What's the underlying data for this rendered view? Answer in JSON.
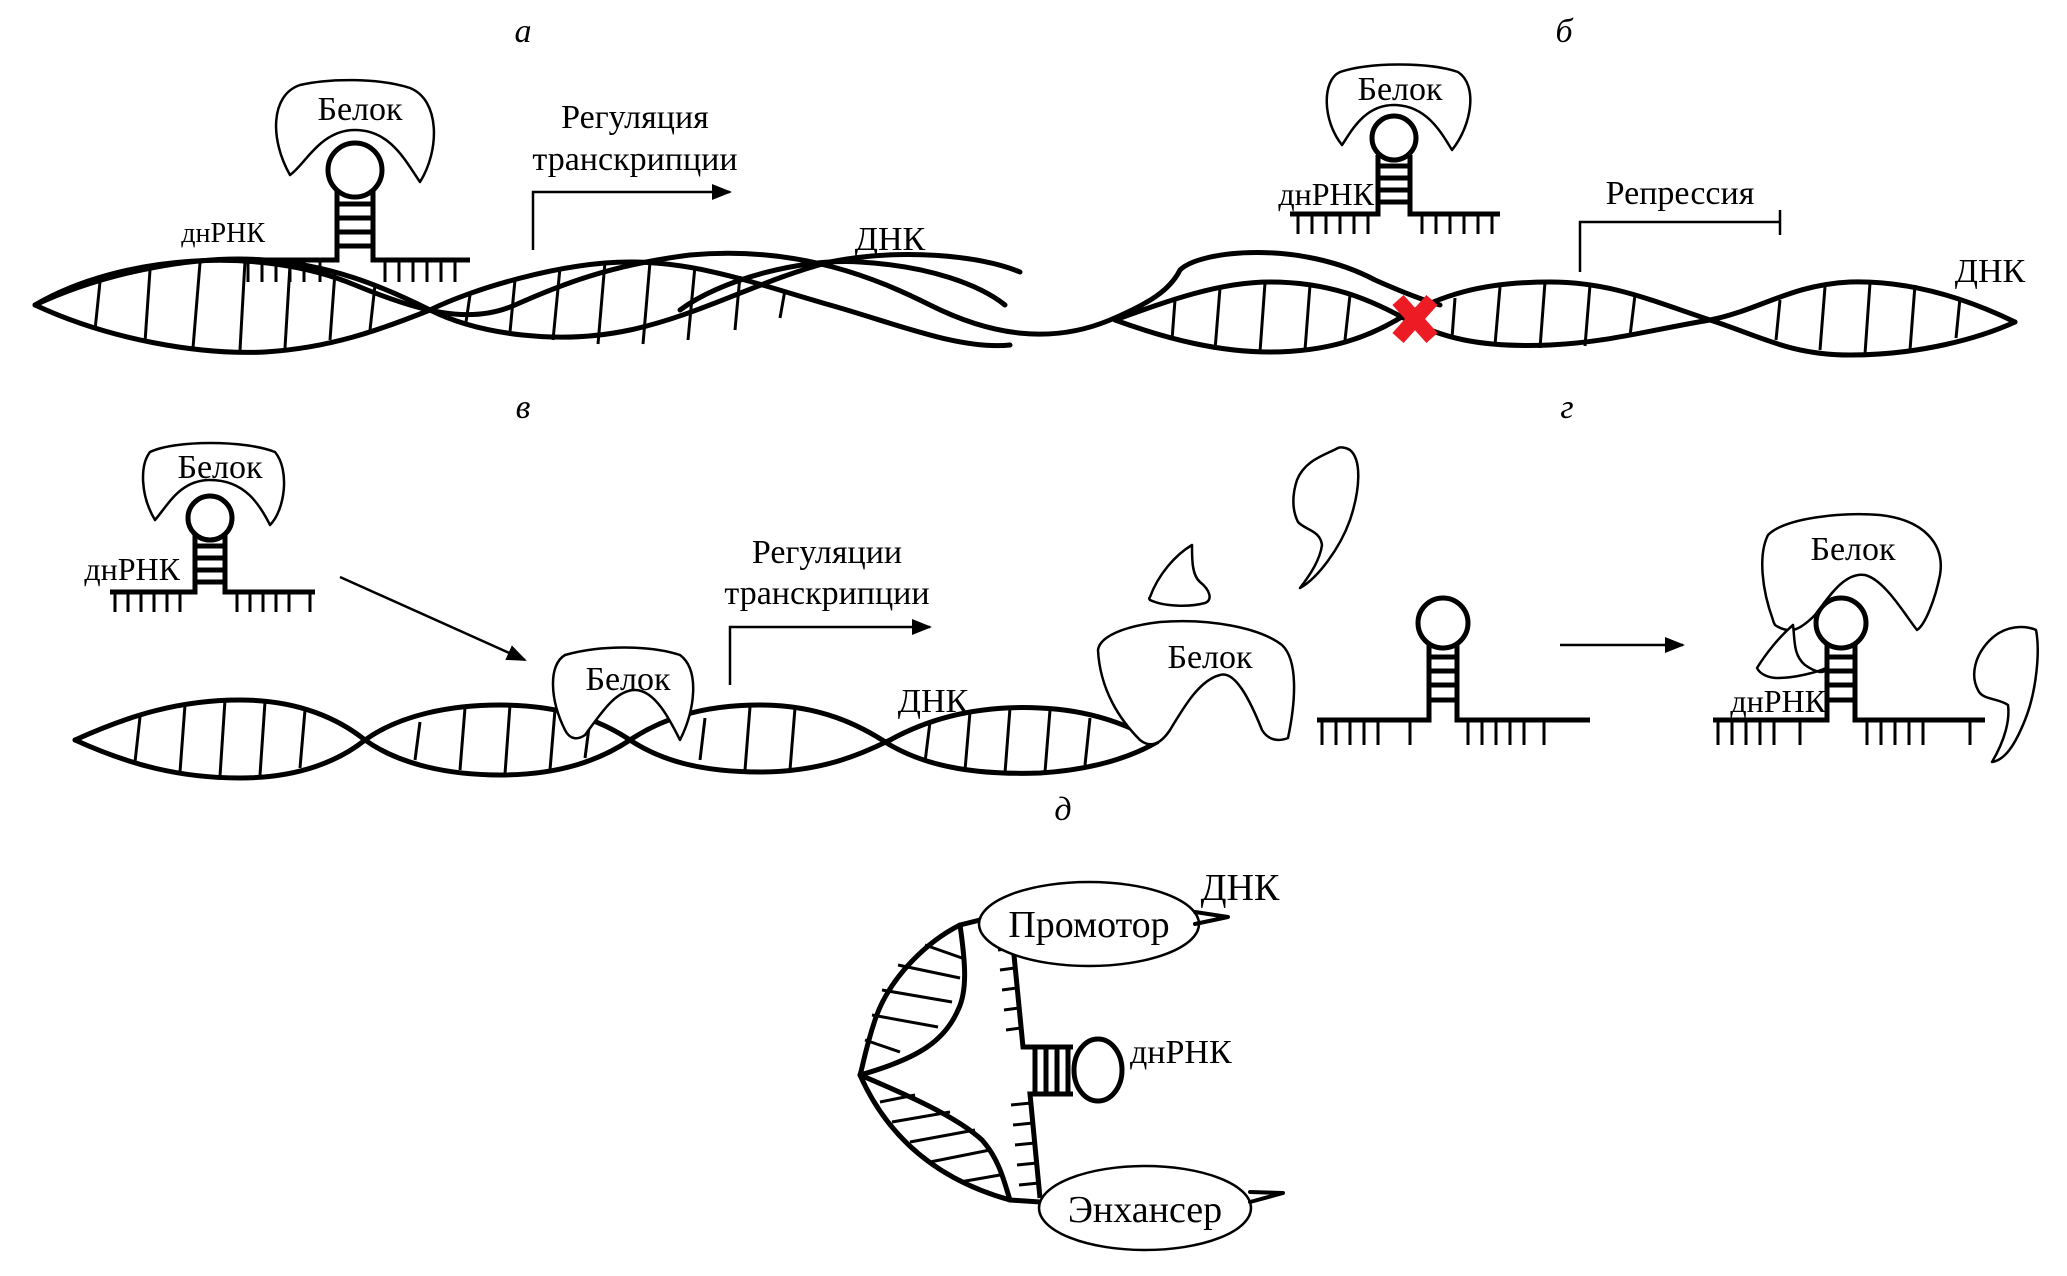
{
  "figure": {
    "panels": [
      {
        "id": "a",
        "letter": "а",
        "protein_label": "Белок",
        "rna_label": "днРНК",
        "dna_label": "ДНК",
        "process_label_line1": "Регуляция",
        "process_label_line2": "транскрипции",
        "process_type": "activation-arrow"
      },
      {
        "id": "b",
        "letter": "б",
        "protein_label": "Белок",
        "rna_label": "днРНК",
        "dna_label": "ДНК",
        "process_label": "Репрессия",
        "process_type": "repression-bar",
        "block_marker_color": "#ED1C24"
      },
      {
        "id": "v",
        "letter": "в",
        "protein_label": "Белок",
        "protein_label_on_dna": "Белок",
        "rna_label": "днРНК",
        "dna_label": "ДНК",
        "process_label_line1": "Регуляции",
        "process_label_line2": "транскрипции",
        "process_type": "activation-arrow"
      },
      {
        "id": "g",
        "letter": "г",
        "protein_label_left": "Белок",
        "protein_label_right": "Белок",
        "rna_label": "днРНК"
      },
      {
        "id": "d",
        "letter": "д",
        "dna_label": "ДНК",
        "promoter_label": "Промотор",
        "rna_label": "днРНК",
        "enhancer_label": "Энхансер"
      }
    ]
  }
}
